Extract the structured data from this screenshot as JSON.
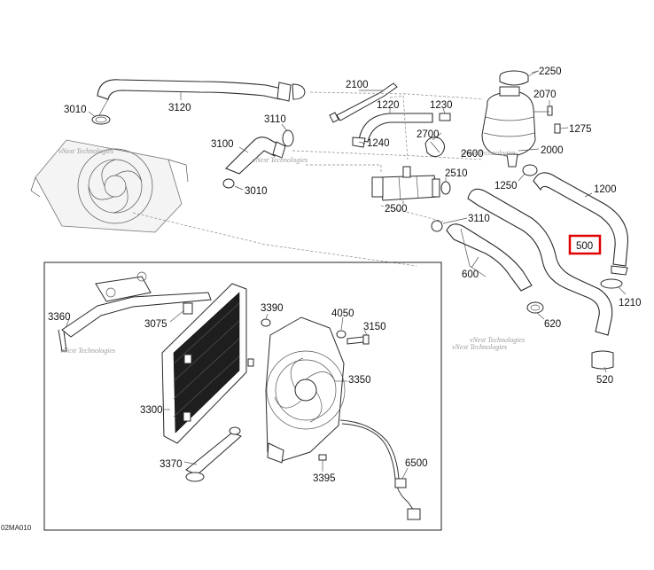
{
  "diagram_code": "02MA010",
  "highlight_color": "#e00000",
  "watermark": "vNext Technologies",
  "labels": {
    "p2250": "2250",
    "p2100": "2100",
    "p2070": "2070",
    "p3010a": "3010",
    "p3120": "3120",
    "p1220": "1220",
    "p1230": "1230",
    "p1275": "1275",
    "p3110a": "3110",
    "p2700": "2700",
    "p1240": "1240",
    "p2600": "2600",
    "p2000": "2000",
    "p3100": "3100",
    "p3010b": "3010",
    "p2510": "2510",
    "p1250": "1250",
    "p1200": "1200",
    "p2500": "2500",
    "p3110b": "3110",
    "p500": "500",
    "p600": "600",
    "p1210": "1210",
    "p620": "620",
    "p520": "520",
    "p3360": "3360",
    "p3075": "3075",
    "p3390": "3390",
    "p4050": "4050",
    "p3150": "3150",
    "p3350": "3350",
    "p3300": "3300",
    "p3370": "3370",
    "p3395": "3395",
    "p6500": "6500"
  }
}
